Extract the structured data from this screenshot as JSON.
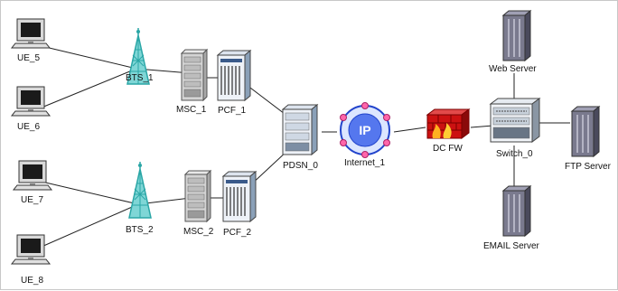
{
  "nodes": {
    "ue_5": {
      "label": "UE_5",
      "icon": "workstation-icon"
    },
    "ue_6": {
      "label": "UE_6",
      "icon": "workstation-icon"
    },
    "ue_7": {
      "label": "UE_7",
      "icon": "workstation-icon"
    },
    "ue_8": {
      "label": "UE_8",
      "icon": "workstation-icon"
    },
    "bts_1": {
      "label": "BTS_1",
      "icon": "antenna-tower-icon"
    },
    "bts_2": {
      "label": "BTS_2",
      "icon": "antenna-tower-icon"
    },
    "msc_1": {
      "label": "MSC_1",
      "icon": "server-rack-icon"
    },
    "msc_2": {
      "label": "MSC_2",
      "icon": "server-rack-icon"
    },
    "pcf_1": {
      "label": "PCF_1",
      "icon": "router-chassis-icon"
    },
    "pcf_2": {
      "label": "PCF_2",
      "icon": "router-chassis-icon"
    },
    "pdsn_0": {
      "label": "PDSN_0",
      "icon": "router-chassis-icon"
    },
    "internet_1": {
      "label": "Internet_1",
      "icon": "ip-cloud-icon",
      "badge": "IP"
    },
    "dc_fw": {
      "label": "DC FW",
      "icon": "firewall-icon"
    },
    "switch_0": {
      "label": "Switch_0",
      "icon": "switch-icon"
    },
    "web_server": {
      "label": "Web Server",
      "icon": "server-tower-icon"
    },
    "ftp_server": {
      "label": "FTP Server",
      "icon": "server-tower-icon"
    },
    "email_server": {
      "label": "EMAIL Server",
      "icon": "server-tower-icon"
    }
  },
  "colors": {
    "link": "#222222",
    "tower": "#2aa6a6",
    "cloud": "#2244cc",
    "firewall": "#cc1111",
    "server": "#5a5a6e"
  }
}
